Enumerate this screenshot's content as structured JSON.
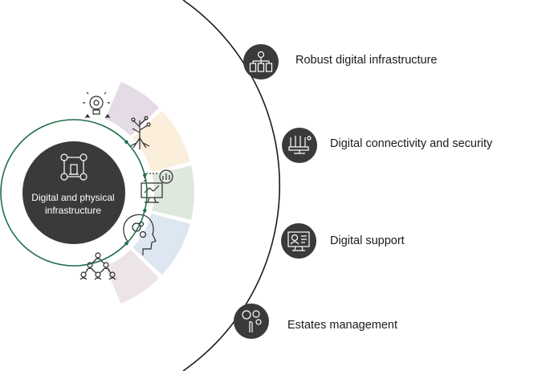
{
  "hub": {
    "label_line1": "Digital and physical",
    "label_line2": "infrastructure",
    "icon": "people-network-building-icon"
  },
  "segments": [
    {
      "icon": "lightbulb-gear-icon",
      "color": "#e4dbe6"
    },
    {
      "icon": "tree-roots-icon",
      "color": "#fbeedb"
    },
    {
      "icon": "monitor-chart-icon",
      "color": "#dfe8dd"
    },
    {
      "icon": "head-gears-icon",
      "color": "#dde7f1"
    },
    {
      "icon": "people-network-icon",
      "color": "#ede4ea"
    }
  ],
  "items": [
    {
      "label": "Robust digital infrastructure",
      "icon": "server-network-icon"
    },
    {
      "label": "Digital connectivity and security",
      "icon": "secure-connection-icon"
    },
    {
      "label": "Digital support",
      "icon": "video-support-icon"
    },
    {
      "label": "Estates management",
      "icon": "gears-hand-icon"
    }
  ],
  "colors": {
    "hub": "#3a3a3a",
    "ring": "#1e6e46",
    "arc": "#1a1a1a",
    "node": "#3a3a3a"
  }
}
